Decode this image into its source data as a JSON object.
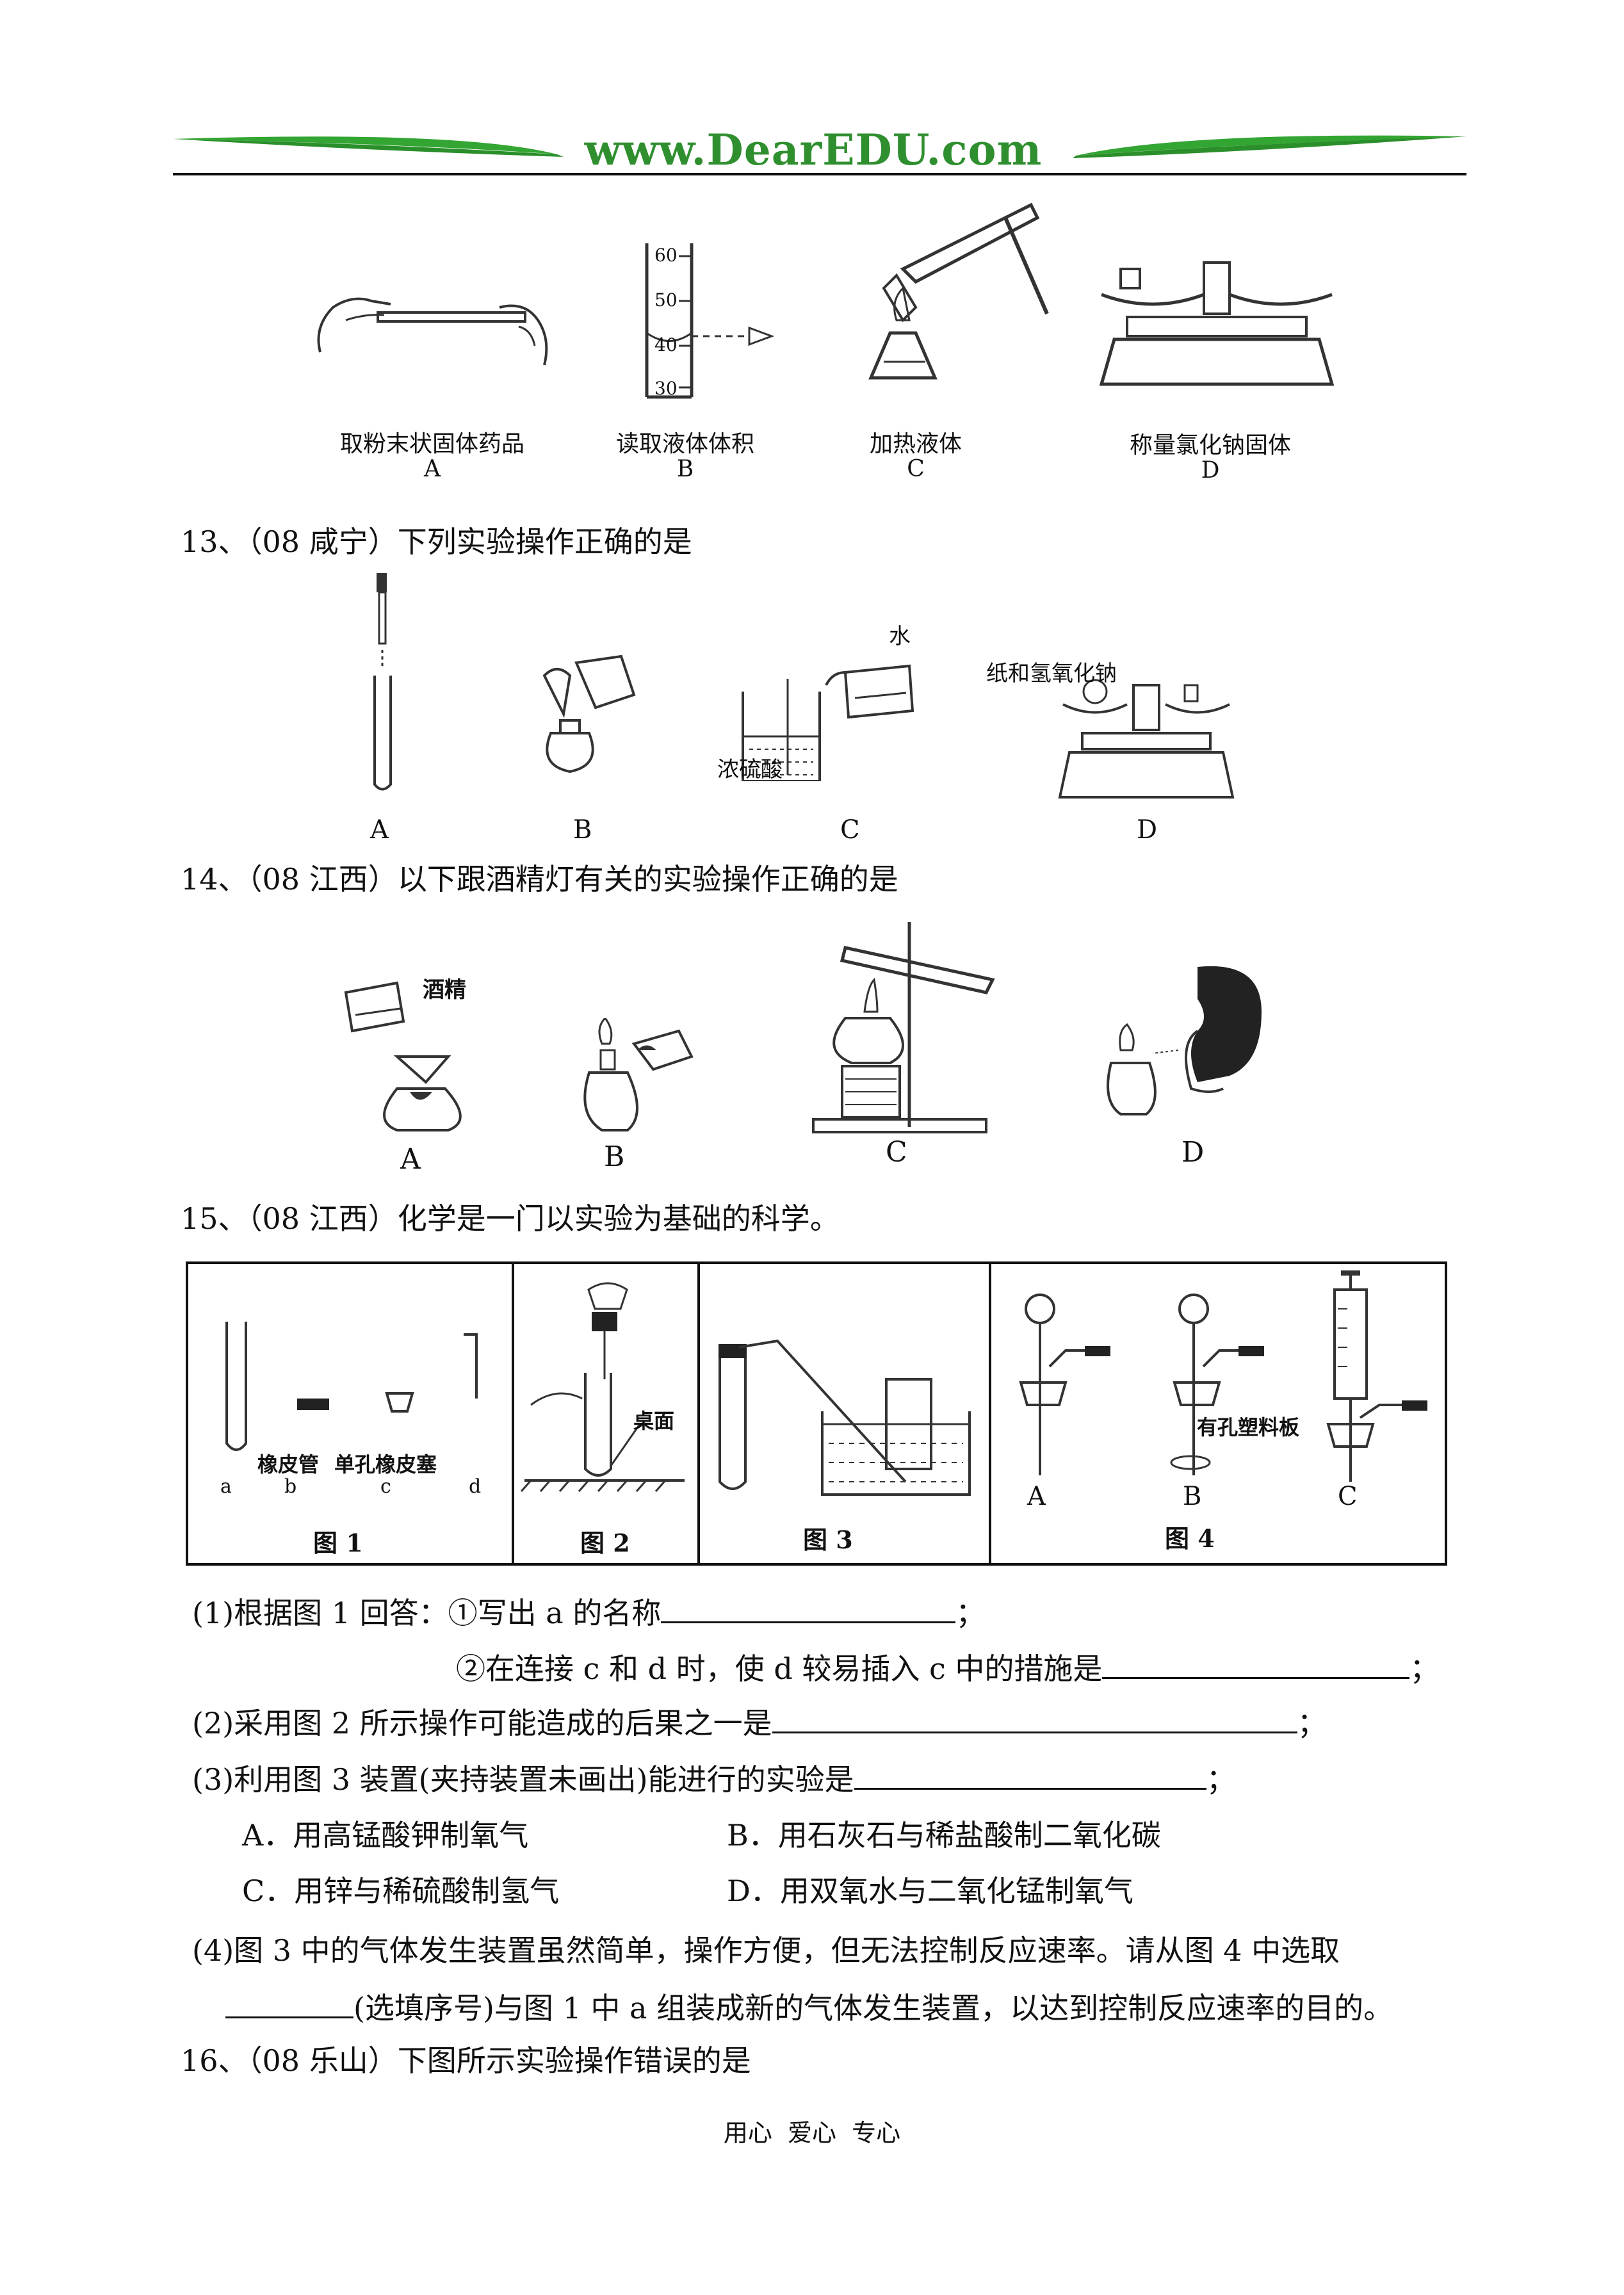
{
  "header": {
    "site": "www.DearEDU.com",
    "colors": {
      "banner_green": "#33a532",
      "site_text": "#2f8f2f"
    }
  },
  "q12_figures": [
    {
      "caption": "取粉末状固体药品",
      "letter": "A"
    },
    {
      "caption": "读取液体体积",
      "letter": "B",
      "scale": [
        "60",
        "50",
        "40",
        "30"
      ]
    },
    {
      "caption": "加热液体",
      "letter": "C"
    },
    {
      "caption": "称量氯化钠固体",
      "letter": "D"
    }
  ],
  "q13": {
    "stem": "13、（08 咸宁）下列实验操作正确的是",
    "labels": {
      "water": "水",
      "acid": "浓硫酸",
      "balance": "纸和氢氧化钠"
    },
    "letters": [
      "A",
      "B",
      "C",
      "D"
    ]
  },
  "q14": {
    "stem": "14、（08 江西）以下跟酒精灯有关的实验操作正确的是",
    "labels": {
      "alcohol": "酒精"
    },
    "letters": [
      "A",
      "B",
      "C",
      "D"
    ]
  },
  "q15": {
    "stem": "15、（08 江西）化学是一门以实验为基础的科学。",
    "fig1": {
      "title": "图 1",
      "tube_a": "a",
      "b": "b",
      "c": "c",
      "d": "d",
      "rubber_tube": "橡皮管",
      "stopper": "单孔橡皮塞"
    },
    "fig2": {
      "title": "图 2",
      "desk": "桌面"
    },
    "fig3": {
      "title": "图 3"
    },
    "fig4": {
      "title": "图 4",
      "plate": "有孔塑料板",
      "A": "A",
      "B": "B",
      "C": "C"
    },
    "p1a": "(1)根据图 1 回答：①写出 a 的名称",
    "p1b": "②在连接 c 和 d 时，使 d 较易插入 c 中的措施是",
    "p2": "(2)采用图 2 所示操作可能造成的后果之一是",
    "p3": "(3)利用图 3 装置(夹持装置未画出)能进行的实验是",
    "optA": "A．用高锰酸钾制氧气",
    "optB": "B．用石灰石与稀盐酸制二氧化碳",
    "optC": "C．用锌与稀硫酸制氢气",
    "optD": "D．用双氧水与二氧化锰制氧气",
    "p4a": "(4)图 3 中的气体发生装置虽然简单，操作方便，但无法控制反应速率。请从图 4 中选取",
    "p4b": "(选填序号)与图 1 中 a 组装成新的气体发生装置，以达到控制反应速率的目的。",
    "semi": "；"
  },
  "q16": {
    "stem": "16、（08 乐山）下图所示实验操作错误的是"
  },
  "footer": "用心  爱心  专心"
}
